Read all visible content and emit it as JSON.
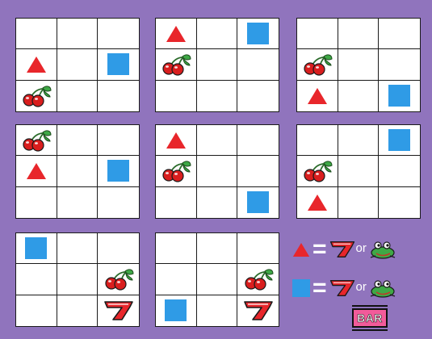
{
  "board": {
    "grids": [
      {
        "cells": [
          "",
          "",
          "",
          "triangle",
          "",
          "square",
          "cherry",
          "",
          ""
        ]
      },
      {
        "cells": [
          "triangle",
          "",
          "square",
          "cherry",
          "",
          "",
          "",
          "",
          ""
        ]
      },
      {
        "cells": [
          "",
          "",
          "",
          "cherry",
          "",
          "",
          "triangle",
          "",
          "square"
        ]
      },
      {
        "cells": [
          "cherry",
          "",
          "",
          "triangle",
          "",
          "square",
          "",
          "",
          ""
        ]
      },
      {
        "cells": [
          "triangle",
          "",
          "",
          "cherry",
          "",
          "",
          "",
          "",
          "square"
        ]
      },
      {
        "cells": [
          "",
          "",
          "square",
          "cherry",
          "",
          "",
          "triangle",
          "",
          ""
        ]
      },
      {
        "cells": [
          "square",
          "",
          "",
          "",
          "",
          "cherry",
          "",
          "",
          "seven"
        ]
      },
      {
        "cells": [
          "",
          "",
          "",
          "",
          "",
          "cherry",
          "square",
          "",
          "seven"
        ]
      }
    ]
  },
  "legend": {
    "rows": [
      {
        "symbol": "triangle",
        "equals": "=",
        "result": "seven",
        "or_text": "or",
        "alt": "frog"
      },
      {
        "symbol": "square",
        "equals": "=",
        "result": "seven",
        "or_text": "or",
        "alt": "frog"
      }
    ],
    "bar_label": "BAR"
  },
  "colors": {
    "background": "#9074bd",
    "triangle": "#e8262b",
    "square": "#2f9be6",
    "seven": "#e8262b",
    "cherry": "#d91e1e",
    "frog": "#3ea846",
    "bar": "#f25b9a"
  },
  "icons": {
    "triangle": "red-triangle-icon",
    "square": "blue-square-icon",
    "cherry": "cherry-icon",
    "seven": "lucky-seven-icon",
    "frog": "frog-icon"
  }
}
